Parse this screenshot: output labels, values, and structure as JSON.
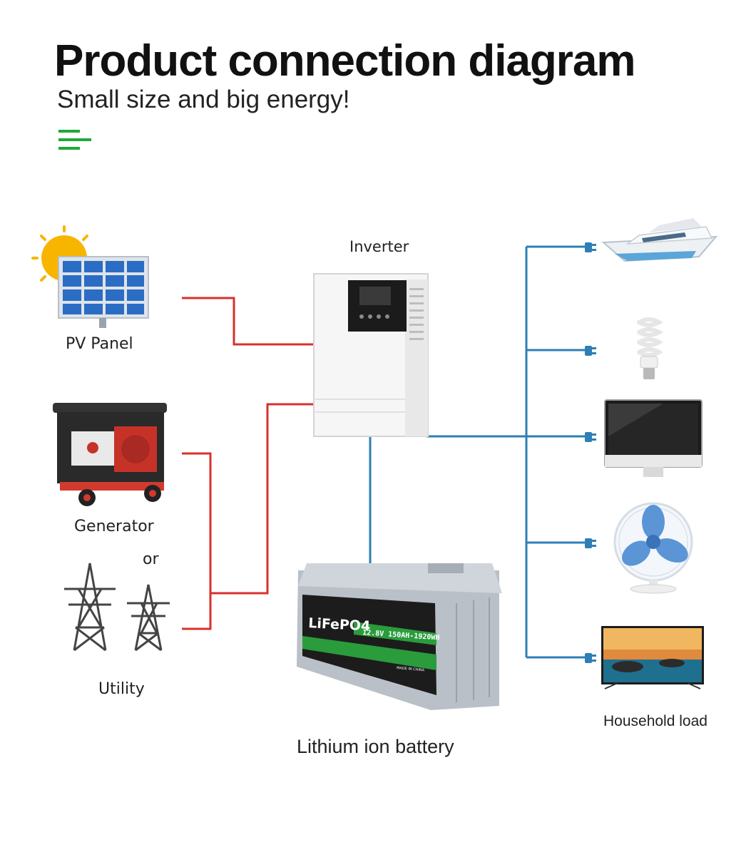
{
  "header": {
    "title": "Product connection diagram",
    "subtitle": "Small size and big energy!"
  },
  "sources": {
    "pv_panel": "PV Panel",
    "generator": "Generator",
    "or_text": "or",
    "utility": "Utility"
  },
  "center": {
    "inverter": "Inverter",
    "battery_label": "Lithium ion battery",
    "battery_brand": "LiFePO4",
    "battery_spec": "12.8V 150AH-1920WH",
    "battery_origin": "MADE IN CHINA"
  },
  "loads": {
    "label": "Household load",
    "items": [
      "yacht",
      "light-bulb",
      "monitor",
      "desk-fan",
      "television"
    ]
  },
  "colors": {
    "source_line": "#d9302c",
    "load_line": "#2e7fb6",
    "accent": "#1fa83a",
    "battery_green": "#2a9c3c"
  }
}
